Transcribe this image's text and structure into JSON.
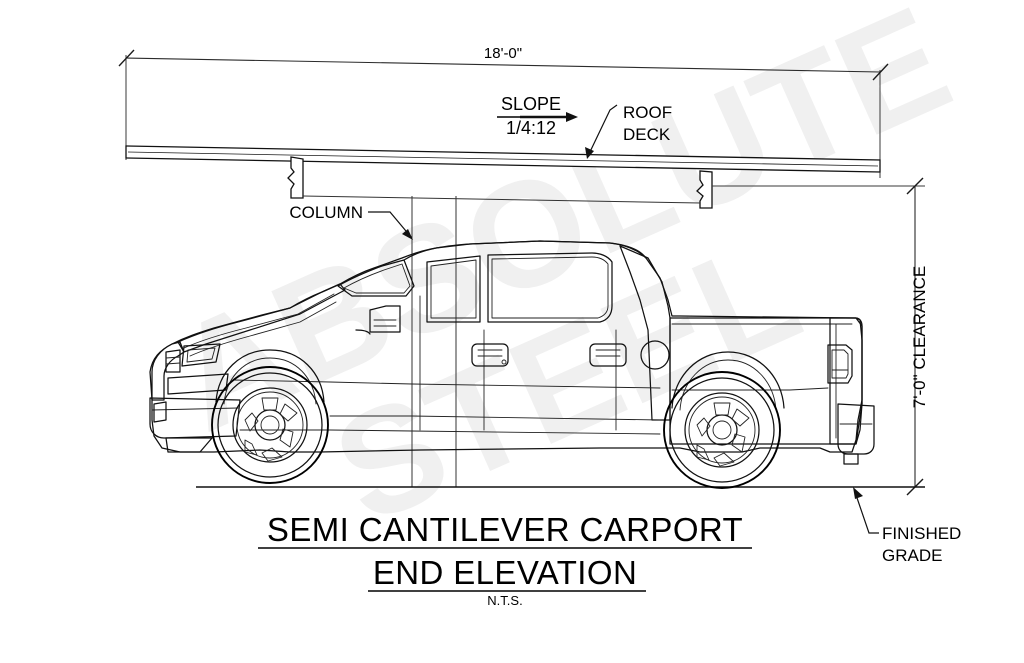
{
  "drawing": {
    "title_line1": "SEMI CANTILEVER CARPORT",
    "title_line2": "END ELEVATION",
    "scale_note": "N.T.S.",
    "watermark": "ABSOLUTE STEEL",
    "watermark_line1": "ABSOLUTE",
    "watermark_line2": "STEEL"
  },
  "dimensions": {
    "span": {
      "value": "18'-0\"",
      "orientation": "horizontal",
      "position": "top"
    },
    "clearance": {
      "value": "7'-0\" CLEARANCE",
      "orientation": "vertical",
      "position": "right"
    }
  },
  "annotations": {
    "slope_label": "SLOPE",
    "slope_ratio": "1/4:12",
    "roof_deck_line1": "ROOF",
    "roof_deck_line2": "DECK",
    "column": "COLUMN",
    "finished_grade_line1": "FINISHED",
    "finished_grade_line2": "GRADE"
  },
  "colors": {
    "line": "#111111",
    "dimension": "#2b2b2b",
    "watermark": "#f0f0f0",
    "background": "#ffffff"
  }
}
